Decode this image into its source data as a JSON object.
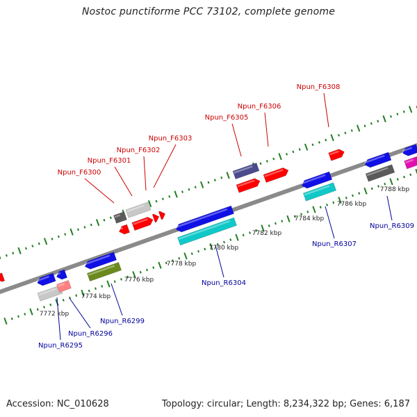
{
  "title": "Nostoc punctiforme PCC 73102, complete genome",
  "footer": {
    "accession": "Accession: NC_010628",
    "stats": "Topology: circular; Length: 8,234,322 bp; Genes: 6,187"
  },
  "colors": {
    "backbone": "#8a8a8a",
    "forward_label": "#cc0000",
    "reverse_label": "#00009b",
    "tick": "#1e7d1e",
    "red": "#ff0000",
    "blue": "#1010e6",
    "cyan": "#10c8c8",
    "gray": "#8a8a8a",
    "lightgray": "#c8c8c8",
    "darkgray": "#5a5a5a",
    "slate": "#4a4a8c",
    "olive": "#6b8a1e",
    "pink": "#ff8080",
    "magenta": "#e010b0"
  },
  "scale_labels": [
    "7772 kbp",
    "7774 kbp",
    "7776 kbp",
    "7778 kbp",
    "7780 kbp",
    "7782 kbp",
    "7784 kbp",
    "7786 kbp",
    "7788 kbp"
  ],
  "forward_gene_labels": [
    "Npun_F6300",
    "Npun_F6301",
    "Npun_F6302",
    "Npun_F6303",
    "Npun_F6305",
    "Npun_F6306",
    "Npun_F6308"
  ],
  "reverse_gene_labels": [
    "Npun_R6295",
    "Npun_R6296",
    "Npun_R6299",
    "Npun_R6304",
    "Npun_R6307",
    "Npun_R6309"
  ]
}
